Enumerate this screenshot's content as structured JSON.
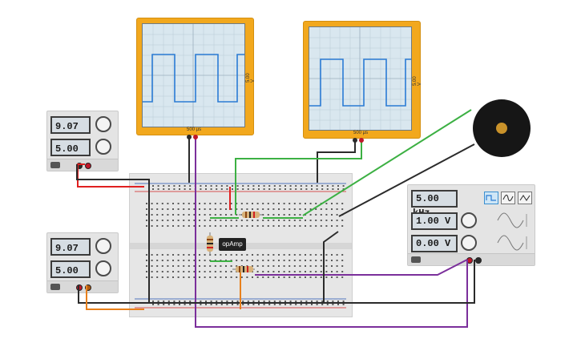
{
  "power_supply_top": {
    "voltage": "9.07 V",
    "current": "5.00 A"
  },
  "power_supply_bottom": {
    "voltage": "9.07 V",
    "current": "5.00 A"
  },
  "oscilloscope_left": {
    "time_div": "500 µs",
    "volt_div": "5.00 V"
  },
  "oscilloscope_right": {
    "time_div": "500 µs",
    "volt_div": "5.00 V"
  },
  "function_generator": {
    "frequency": "5.00 kHz",
    "amplitude": "1.00 V",
    "offset": "0.00 V"
  },
  "opamp": {
    "label": "opAmp"
  },
  "colors": {
    "wire_red": "#e02020",
    "wire_black": "#2b2b2b",
    "wire_green": "#3cb043",
    "wire_purple": "#7b2f9b",
    "wire_orange": "#e8801c",
    "scope_frame": "#f2a81d",
    "trace": "#2a7bd4"
  },
  "icons": {
    "buzzer": "buzzer-icon",
    "square_wave": "square-wave-icon",
    "triangle_wave": "triangle-wave-icon",
    "sine_wave": "sine-wave-icon"
  }
}
